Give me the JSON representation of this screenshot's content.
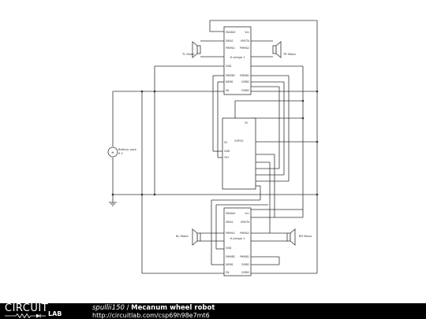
{
  "schematic": {
    "hbridge1": {
      "name": "H-bridge 1",
      "pins_left": [
        "ENABLE",
        "DIRA1",
        "PWMA1",
        "GND",
        "PWMB2",
        "DIRB1",
        "EN"
      ],
      "pins_right": [
        "Vcc",
        "VMOTA",
        "PWMA2",
        "PWMB1",
        "DIRB2",
        "DIRB3"
      ]
    },
    "hbridge2": {
      "name": "H-bridge 2",
      "pins_left": [
        "ENABLE",
        "DIRA1",
        "PWMA1",
        "GND",
        "PWMB2",
        "DIRB1",
        "EN"
      ],
      "pins_right": [
        "Vcc",
        "VMOTA",
        "PWMA2",
        "PWMB1",
        "DIRB2",
        "DIRB3"
      ]
    },
    "esp32": {
      "name": "ESP32",
      "pins_left": [
        "5V",
        "GND",
        "3V3"
      ],
      "pins_top": "5V"
    },
    "motors": {
      "tl": "TL Motor",
      "tr": "TR Motor",
      "bl": "BL Motor",
      "br": "BR Motor"
    },
    "battery": {
      "name": "Battery pack",
      "value": "9 V",
      "plus": "+",
      "minus": "−"
    }
  },
  "footer": {
    "logo_top": "CIRCUIT",
    "logo_bottom": "LAB",
    "author": "spullii150",
    "separator": " / ",
    "project": "Mecanum wheel robot",
    "url": "http://circuitlab.com/csp69h98e7mt6"
  },
  "colors": {
    "wire": "#333333",
    "footer_bg": "#000000",
    "footer_text": "#ffffff"
  }
}
